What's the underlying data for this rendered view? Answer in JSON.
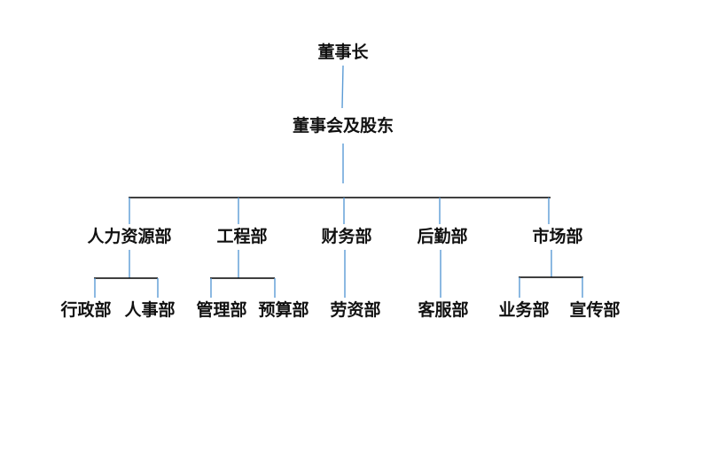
{
  "diagram": {
    "type": "org-chart",
    "colors": {
      "link": "#5b9bd5",
      "bus": "#000000",
      "text": "#111111"
    },
    "root": {
      "label": "董事长"
    },
    "board": {
      "label": "董事会及股东"
    },
    "departments": [
      {
        "id": "hr",
        "label": "人力资源部",
        "children": [
          {
            "label": "行政部"
          },
          {
            "label": "人事部"
          }
        ]
      },
      {
        "id": "eng",
        "label": "工程部",
        "children": [
          {
            "label": "管理部"
          },
          {
            "label": "预算部"
          }
        ]
      },
      {
        "id": "fin",
        "label": "财务部",
        "children": [
          {
            "label": "劳资部"
          }
        ]
      },
      {
        "id": "log",
        "label": "后勤部",
        "children": [
          {
            "label": "客服部"
          }
        ]
      },
      {
        "id": "mkt",
        "label": "市场部",
        "children": [
          {
            "label": "业务部"
          },
          {
            "label": "宣传部"
          }
        ]
      }
    ]
  }
}
